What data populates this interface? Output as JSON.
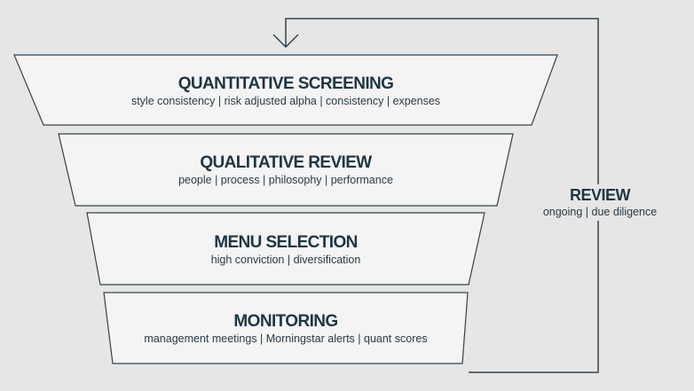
{
  "funnel": {
    "stages": [
      {
        "title": "QUANTITATIVE SCREENING",
        "subtitle": "style consistency  |  risk adjusted alpha  |  consistency  |  expenses"
      },
      {
        "title": "QUALITATIVE REVIEW",
        "subtitle": "people  |  process  |  philosophy  |  performance"
      },
      {
        "title": "MENU SELECTION",
        "subtitle": "high conviction  |  diversification"
      },
      {
        "title": "MONITORING",
        "subtitle": "management meetings  |  Morningstar alerts  |  quant scores"
      }
    ]
  },
  "review": {
    "title": "REVIEW",
    "subtitle": "ongoing | due diligence"
  },
  "colors": {
    "background": "#e6e6e6",
    "stage_fill": "#f4f4f4",
    "stage_stroke": "#33424b",
    "loop_line": "#33424b",
    "title_text": "#1f3542"
  }
}
